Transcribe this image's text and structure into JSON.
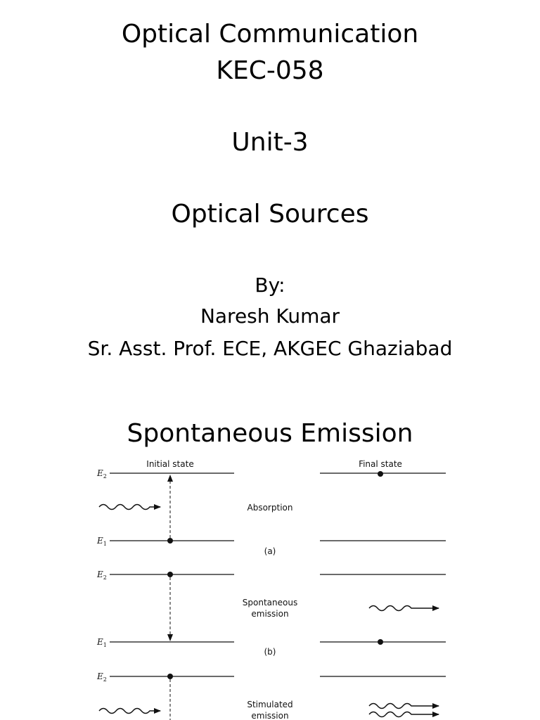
{
  "slide1": {
    "course_title": "Optical Communication",
    "course_code": "KEC-058",
    "unit": "Unit-3",
    "topic": "Optical Sources",
    "by_label": "By:",
    "author_name": "Naresh Kumar",
    "author_affiliation": "Sr. Asst. Prof. ECE, AKGEC Ghaziabad"
  },
  "slide2": {
    "heading": "Spontaneous Emission",
    "diagram": {
      "initial_state_label": "Initial state",
      "final_state_label": "Final state",
      "level_upper": "E",
      "level_upper_sub": "2",
      "level_lower": "E",
      "level_lower_sub": "1",
      "panel_a": {
        "process": "Absorption",
        "caption": "(a)"
      },
      "panel_b": {
        "process_line1": "Spontaneous",
        "process_line2": "emission",
        "caption": "(b)"
      },
      "panel_c": {
        "process_line1": "Stimulated",
        "process_line2": "emission"
      }
    }
  }
}
